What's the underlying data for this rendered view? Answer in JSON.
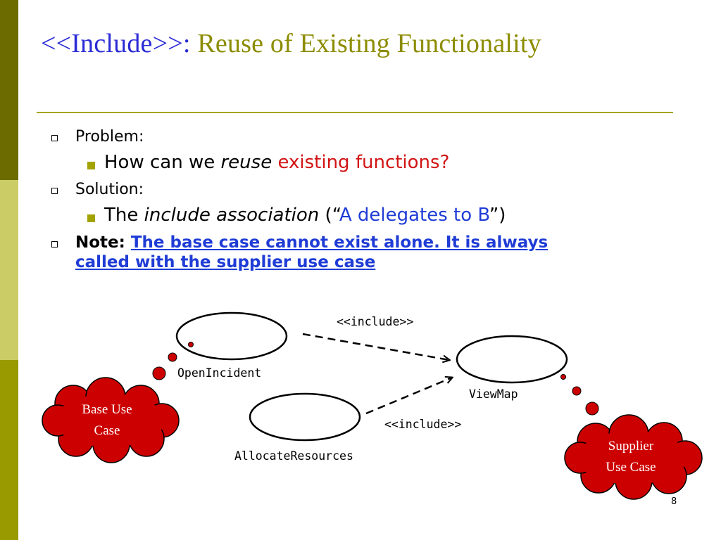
{
  "title": {
    "prefix": "<<Include>>:",
    "main": "Reuse of Existing Functionality"
  },
  "bullets": {
    "problem_label": "Problem:",
    "problem_pre": "How can we ",
    "problem_em": "reuse",
    "problem_post": " existing functions?",
    "solution_label": "Solution:",
    "solution_pre": "The ",
    "solution_em": "include association",
    "solution_open": " (“",
    "solution_quote": "A delegates to B",
    "solution_close": "”)",
    "note_label": "Note: ",
    "note_line1": "The base case cannot exist alone. It is always",
    "note_line2": "called with the supplier use case"
  },
  "diagram": {
    "usecase_open_incident": "OpenIncident",
    "usecase_view_map": "ViewMap",
    "usecase_allocate": "AllocateResources",
    "include_label_1": "<<include>>",
    "include_label_2": "<<include>>",
    "callout_base_line1": "Base Use",
    "callout_base_line2": "Case",
    "callout_supplier_line1": "Supplier",
    "callout_supplier_line2": "Use Case"
  },
  "slide_number": "8",
  "colors": {
    "title_blue": "#2b2bd6",
    "title_olive": "#8c8c00",
    "accent_red": "#d21414",
    "callout_red": "#cc0000"
  }
}
